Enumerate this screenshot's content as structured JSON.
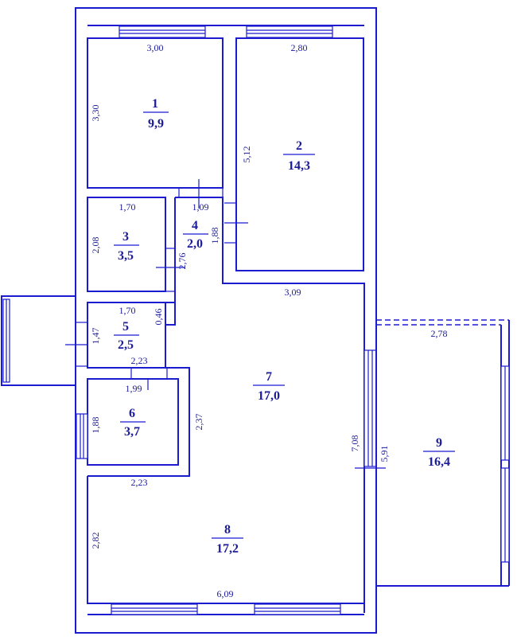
{
  "rooms": [
    {
      "number": "1",
      "area": "9,9"
    },
    {
      "number": "2",
      "area": "14,3"
    },
    {
      "number": "3",
      "area": "3,5"
    },
    {
      "number": "4",
      "area": "2,0"
    },
    {
      "number": "5",
      "area": "2,5"
    },
    {
      "number": "6",
      "area": "3,7"
    },
    {
      "number": "7",
      "area": "17,0"
    },
    {
      "number": "8",
      "area": "17,2"
    },
    {
      "number": "9",
      "area": "16,4"
    }
  ],
  "dimensions": {
    "r1_w": "3,00",
    "r1_h": "3,30",
    "r2_w": "2,80",
    "r2_h": "5,12",
    "r4_door": "1,09",
    "r4_h": "1,88",
    "r3_w": "1,70",
    "r3_h": "2,08",
    "corr_h": "2,76",
    "corr_w": "3,09",
    "r5_w": "1,70",
    "r5_h": "1,47",
    "r5_small": "0,46",
    "r6_top": "2,23",
    "r6_w": "1,99",
    "r6_h": "1,88",
    "r6_right": "2,37",
    "r8_top": "2,23",
    "r8_h": "2,82",
    "r8_w": "6,09",
    "r7_h": "7,08",
    "r9_h": "5,91",
    "r9_w": "2,78"
  }
}
